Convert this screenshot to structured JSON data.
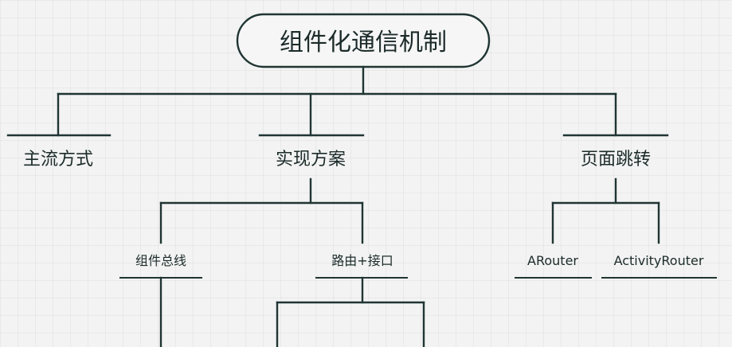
{
  "diagram": {
    "root": {
      "label": "组件化通信机制"
    },
    "branches": {
      "mainstream": {
        "label": "主流方式"
      },
      "implementation": {
        "label": "实现方案"
      },
      "page_jump": {
        "label": "页面跳转"
      }
    },
    "leaves": {
      "component_bus": {
        "label": "组件总线"
      },
      "router_interface": {
        "label": "路由+接口"
      },
      "arouter": {
        "label": "ARouter"
      },
      "activity_router": {
        "label": "ActivityRouter"
      }
    },
    "colors": {
      "line": "#1f3533",
      "text": "#1c2b2a",
      "background": "#f2f3f2",
      "node_fill": "#f5f6f5"
    }
  }
}
